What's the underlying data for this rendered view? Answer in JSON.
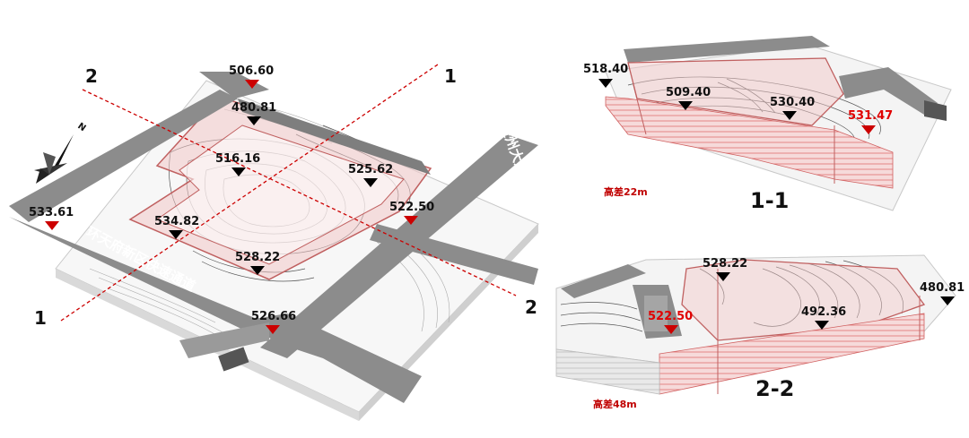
{
  "plan": {
    "section_markers": [
      {
        "id": "sec1-top",
        "text": "1"
      },
      {
        "id": "sec1-bottom",
        "text": "1"
      },
      {
        "id": "sec2-top",
        "text": "2"
      },
      {
        "id": "sec2-bottom",
        "text": "2"
      }
    ],
    "elevations": [
      {
        "id": "e-50660",
        "text": "506.60",
        "marker": "red"
      },
      {
        "id": "e-48081",
        "text": "480.81",
        "marker": "black"
      },
      {
        "id": "e-51616",
        "text": "516.16",
        "marker": "black"
      },
      {
        "id": "e-52562",
        "text": "525.62",
        "marker": "black"
      },
      {
        "id": "e-53361",
        "text": "533.61",
        "marker": "red"
      },
      {
        "id": "e-53482",
        "text": "534.82",
        "marker": "black"
      },
      {
        "id": "e-52250",
        "text": "522.50",
        "marker": "red"
      },
      {
        "id": "e-52822",
        "text": "528.22",
        "marker": "black"
      },
      {
        "id": "e-52666",
        "text": "526.66",
        "marker": "red"
      }
    ],
    "road_labels": {
      "ring_road": "环天府新区快速通道",
      "avenue": "益州大道南延线"
    },
    "north_label": "N"
  },
  "section_1_1": {
    "title": "1-1",
    "height_diff": "高差22m",
    "elevations": [
      {
        "id": "s1-51840",
        "text": "518.40",
        "color": "black"
      },
      {
        "id": "s1-50940",
        "text": "509.40",
        "color": "black"
      },
      {
        "id": "s1-53040",
        "text": "530.40",
        "color": "black"
      },
      {
        "id": "s1-53147",
        "text": "531.47",
        "color": "red"
      }
    ]
  },
  "section_2_2": {
    "title": "2-2",
    "height_diff": "高差48m",
    "elevations": [
      {
        "id": "s2-52822",
        "text": "528.22",
        "color": "black"
      },
      {
        "id": "s2-48081",
        "text": "480.81",
        "color": "black"
      },
      {
        "id": "s2-52250",
        "text": "522.50",
        "color": "red"
      },
      {
        "id": "s2-49236",
        "text": "492.36",
        "color": "black"
      }
    ]
  },
  "colors": {
    "road": "#8c8c8c",
    "site_outline": "#c06060",
    "site_fill": "#f2c8c8",
    "section_line": "#cc0000",
    "marker_red": "#cc0000",
    "marker_black": "#000000"
  }
}
